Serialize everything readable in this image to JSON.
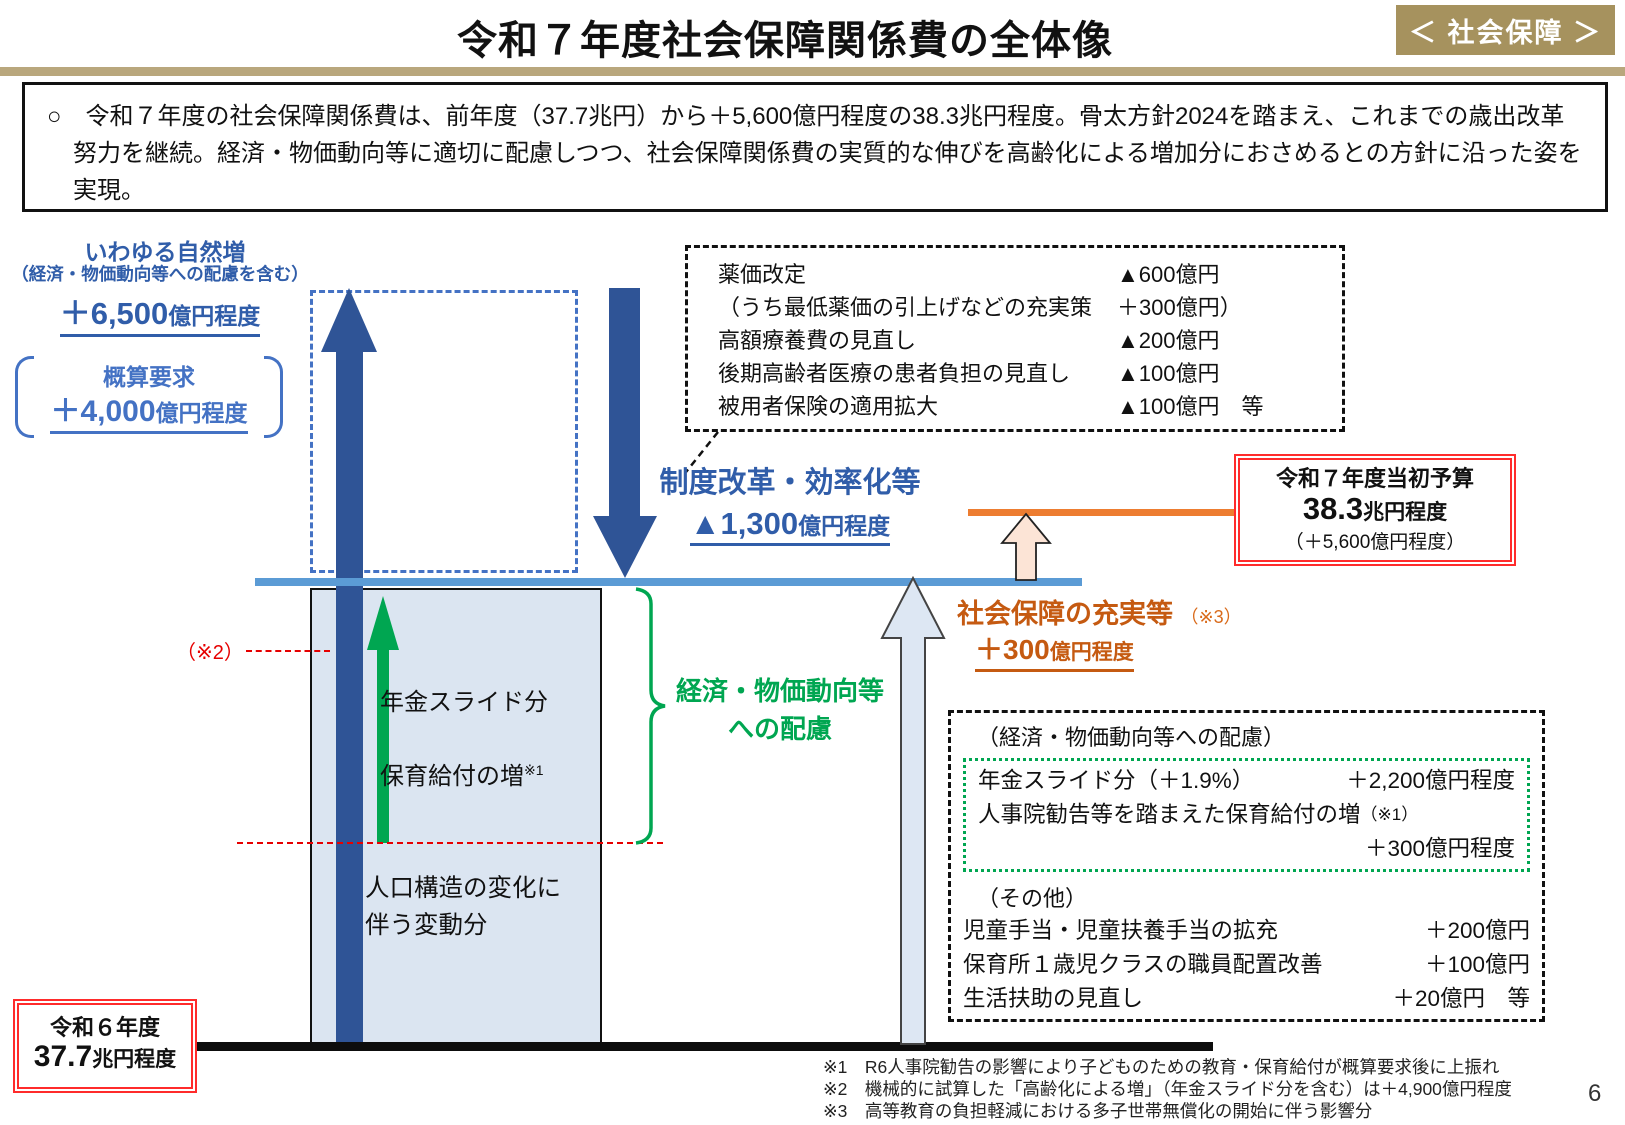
{
  "colors": {
    "accent_blue": "#305da9",
    "arrow_blue": "#2f5496",
    "bracket_blue": "#4472c4",
    "baseline_blue": "#5b9bd5",
    "box_fill_blue": "#dbe5f1",
    "green": "#00a651",
    "orange_line": "#ed7d31",
    "orange_text": "#c55a11",
    "red": "#ff2b2b",
    "badge_tan": "#a6925e",
    "bar_tan": "#b9a77d",
    "pink_arrow_fill": "#fce4d6",
    "pale_arrow_fill": "#dde7f3"
  },
  "header": {
    "title": "令和７年度社会保障関係費の全体像",
    "badge": "＜ 社会保障 ＞"
  },
  "summary": {
    "text": "○　令和７年度の社会保障関係費は、前年度（37.7兆円）から＋5,600億円程度の38.3兆円程度。骨太方針2024を踏まえ、これまでの歳出改革努力を継続。経済・物価動向等に適切に配慮しつつ、社会保障関係費の実質的な伸びを高齢化による増加分におさめるとの方針に沿った姿を実現。"
  },
  "natural_increase": {
    "label": "いわゆる自然増",
    "sublabel": "（経済・物価動向等への配慮を含む）",
    "amount_big": "＋6,500",
    "amount_small": "億円程度"
  },
  "budget_request": {
    "label": "概算要求",
    "amount_big": "＋4,000",
    "amount_small": "億円程度"
  },
  "reform_items": {
    "rows": [
      {
        "label": "薬価改定",
        "amount": "▲600億円"
      },
      {
        "label": "（うち最低薬価の引上げなどの充実策",
        "amount": "＋300億円）"
      },
      {
        "label": "高額療養費の見直し",
        "amount": "▲200億円"
      },
      {
        "label": "後期高齢者医療の患者負担の見直し",
        "amount": "▲100億円"
      },
      {
        "label": "被用者保険の適用拡大",
        "amount": "▲100億円　等"
      }
    ]
  },
  "reform": {
    "label": "制度改革・効率化等",
    "amount_big": "▲1,300",
    "amount_small": "億円程度"
  },
  "initial_budget": {
    "title": "令和７年度当初予算",
    "amount_big": "38.3",
    "amount_small": "兆円程度",
    "change": "（＋5,600億円程度）"
  },
  "enhancement": {
    "label": "社会保障の充実等",
    "note": "（※3）",
    "amount_big": "＋300",
    "amount_small": "億円程度"
  },
  "spending_box": {
    "pension": "年金スライド分",
    "childcare": "保育給付の増",
    "childcare_sup": "※1",
    "population_line1": "人口構造の変化に",
    "population_line2": "伴う変動分"
  },
  "notes_inline": {
    "note2": "（※2）"
  },
  "economy": {
    "line1": "経済・物価動向等",
    "line2": "への配慮"
  },
  "fy6": {
    "label": "令和６年度",
    "amount_big": "37.7",
    "amount_small": "兆円程度"
  },
  "detail_box": {
    "header1": "（経済・物価動向等への配慮）",
    "green_rows": {
      "r1_label": "年金スライド分（＋1.9%）",
      "r1_amount": "＋2,200億円程度",
      "r2_label": "人事院勧告等を踏まえた保育給付の増",
      "r2_note": "（※1）",
      "r3_amount": "＋300億円程度"
    },
    "header2": "（その他）",
    "rows": [
      {
        "label": "児童手当・児童扶養手当の拡充",
        "amount": "＋200億円"
      },
      {
        "label": "保育所１歳児クラスの職員配置改善",
        "amount": "＋100億円"
      },
      {
        "label": "生活扶助の見直し",
        "amount": "＋20億円　等"
      }
    ]
  },
  "footnotes": [
    "※1　R6人事院勧告の影響により子どものための教育・保育給付が概算要求後に上振れ",
    "※2　機械的に試算した「高齢化による増」（年金スライド分を含む）は＋4,900億円程度",
    "※3　高等教育の負担軽減における多子世帯無償化の開始に伴う影響分"
  ],
  "page_number": "6"
}
